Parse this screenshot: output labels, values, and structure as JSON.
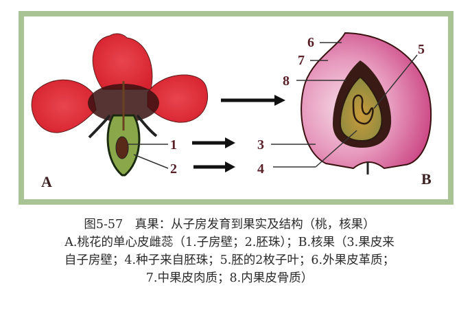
{
  "figure": {
    "panel_a_label": "A",
    "panel_b_label": "B",
    "labels": {
      "l1": "1",
      "l2": "2",
      "l3": "3",
      "l4": "4",
      "l5": "5",
      "l6": "6",
      "l7": "7",
      "l8": "8"
    },
    "colors": {
      "frame": "#a9c394",
      "petal": "#e0303c",
      "peach": "#d8609a",
      "stone": "#3a1a14",
      "seed": "#b89a40"
    }
  },
  "caption": {
    "line1": "图5-57　真果：从子房发育到果实及结构（桃，核果）",
    "line2": "A.桃花的单心皮雌蕊（1.子房壁；2.胚珠）；B.核果（3.果皮来",
    "line3": "自子房壁；4.种子来自胚珠；5.胚的2枚子叶；6.外果皮革质；",
    "line4": "7.中果皮肉质；8.内果皮骨质）"
  }
}
